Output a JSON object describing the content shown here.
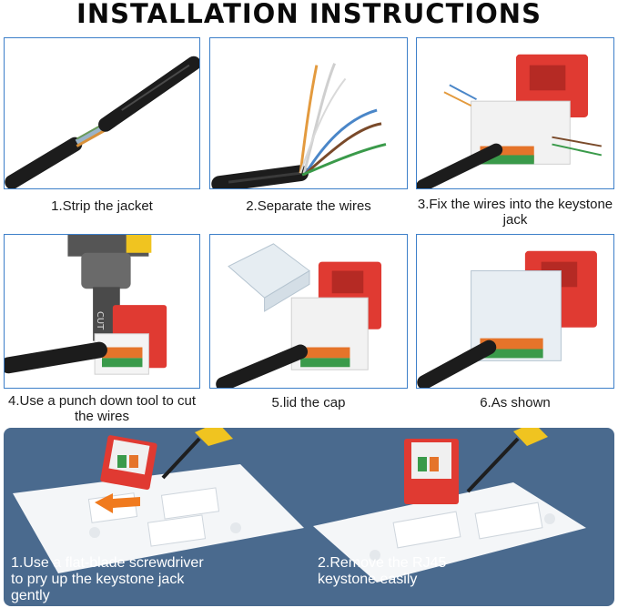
{
  "title": "INSTALLATION INSTRUCTIONS",
  "steps": [
    {
      "caption": "1.Strip the jacket"
    },
    {
      "caption": "2.Separate the wires"
    },
    {
      "caption": "3.Fix the wires into the keystone jack"
    },
    {
      "caption": "4.Use a punch down tool to cut the wires"
    },
    {
      "caption": "5.lid the cap"
    },
    {
      "caption": "6.As shown"
    }
  ],
  "bottom": {
    "left_caption": "1.Use a flat-blade screwdriver to pry up the keystone jack gently",
    "right_caption": "2.Remove the RJ45 keystone easily",
    "tool_label": "CUT"
  },
  "colors": {
    "panel_border": "#3d7fc9",
    "bottom_bg": "#4a6a8e",
    "jack_red": "#e03a32",
    "arrow_orange": "#f07a1e"
  }
}
